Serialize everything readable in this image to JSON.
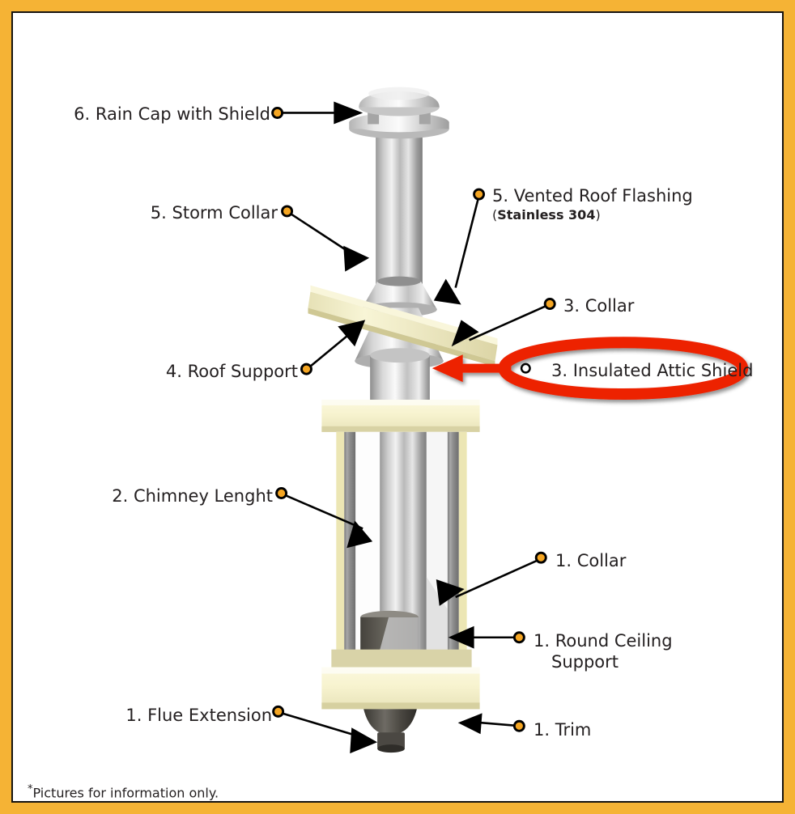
{
  "page": {
    "border_color": "#F5B335",
    "inner_border_color": "#15130f",
    "background": "#ffffff",
    "bullet_color": "#F5A623",
    "leader_color": "#000000",
    "highlight_color": "#ED2000"
  },
  "footnote": {
    "marker": "*",
    "text": "Pictures for information only."
  },
  "labels": [
    {
      "id": "rain-cap",
      "text": "6. Rain Cap with Shield"
    },
    {
      "id": "storm-collar",
      "text": "5. Storm Collar"
    },
    {
      "id": "vented-flashing",
      "text": "5. Vented Roof Flashing",
      "sub_open": "(",
      "sub_bold": "Stainless 304",
      "sub_close": ")"
    },
    {
      "id": "collar-3",
      "text": "3. Collar"
    },
    {
      "id": "roof-support",
      "text": "4. Roof Support"
    },
    {
      "id": "attic-shield",
      "text": "3. Insulated Attic Shield",
      "highlighted": true
    },
    {
      "id": "chimney-length",
      "text": "2. Chimney Lenght"
    },
    {
      "id": "collar-1",
      "text": "1. Collar"
    },
    {
      "id": "ceiling-support",
      "text": "1. Round Ceiling",
      "line2": "Support"
    },
    {
      "id": "flue-extension",
      "text": "1. Flue Extension"
    },
    {
      "id": "trim",
      "text": "1. Trim"
    }
  ],
  "diagram": {
    "name": "insulated-chimney-assembly",
    "parts": [
      "rain-cap",
      "chimney-pipe",
      "storm-collar",
      "vented-roof-flashing",
      "roof-support",
      "insulated-attic-shield",
      "chimney-length",
      "collar",
      "round-ceiling-support",
      "flue-extension",
      "trim"
    ]
  }
}
